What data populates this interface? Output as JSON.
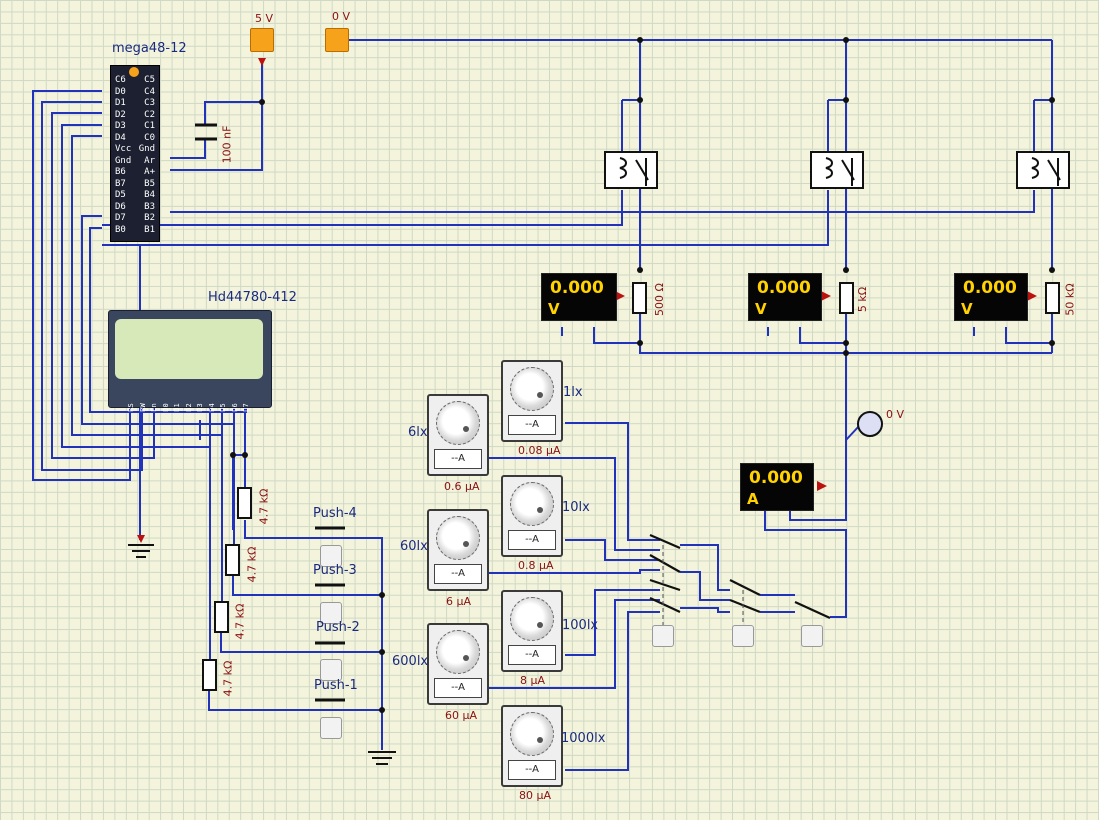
{
  "colors": {
    "wire": "#2233bb",
    "accent": "#f7a21b",
    "pin_red": "#aa1111",
    "meter_text": "#ffd200"
  },
  "sources": {
    "v5_label": "5 V",
    "v0_label": "0 V",
    "probe_label": "0 V"
  },
  "mcu": {
    "name": "mega48-12",
    "left_pins": [
      "C6",
      "D0",
      "D1",
      "D2",
      "D3",
      "D4",
      "Vcc",
      "Gnd",
      "B6",
      "B7",
      "D5",
      "D6",
      "D7",
      "B0"
    ],
    "right_pins": [
      "C5",
      "C4",
      "C3",
      "C2",
      "C1",
      "C0",
      "Gnd",
      "Ar",
      "A+",
      "B5",
      "B4",
      "B3",
      "B2",
      "B1"
    ]
  },
  "capacitor": {
    "label": "100 nF"
  },
  "lcd": {
    "name": "Hd44780-412",
    "pins": [
      "RS",
      "RW",
      "En",
      "D0",
      "D1",
      "D2",
      "D3",
      "D4",
      "D5",
      "D6",
      "D7"
    ]
  },
  "relay_meters": [
    {
      "reading": "0.000",
      "unit": "V",
      "resistor": "500 Ω"
    },
    {
      "reading": "0.000",
      "unit": "V",
      "resistor": "5 kΩ"
    },
    {
      "reading": "0.000",
      "unit": "V",
      "resistor": "50 kΩ"
    }
  ],
  "ammeter": {
    "reading": "0.000",
    "unit": "A"
  },
  "pull_resistors": [
    "4.7 kΩ",
    "4.7 kΩ",
    "4.7 kΩ",
    "4.7 kΩ"
  ],
  "push_buttons": [
    "Push-4",
    "Push-3",
    "Push-2",
    "Push-1"
  ],
  "light_sensors": [
    {
      "lux": "1lx",
      "current": "0.08 µA",
      "display": "--A"
    },
    {
      "lux": "6lx",
      "current": "0.6 µA",
      "display": "--A"
    },
    {
      "lux": "10lx",
      "current": "0.8 µA",
      "display": "--A"
    },
    {
      "lux": "60lx",
      "current": "6 µA",
      "display": "--A"
    },
    {
      "lux": "100lx",
      "current": "8 µA",
      "display": "--A"
    },
    {
      "lux": "600lx",
      "current": "60 µA",
      "display": "--A"
    },
    {
      "lux": "1000lx",
      "current": "80 µA",
      "display": "--A"
    }
  ]
}
